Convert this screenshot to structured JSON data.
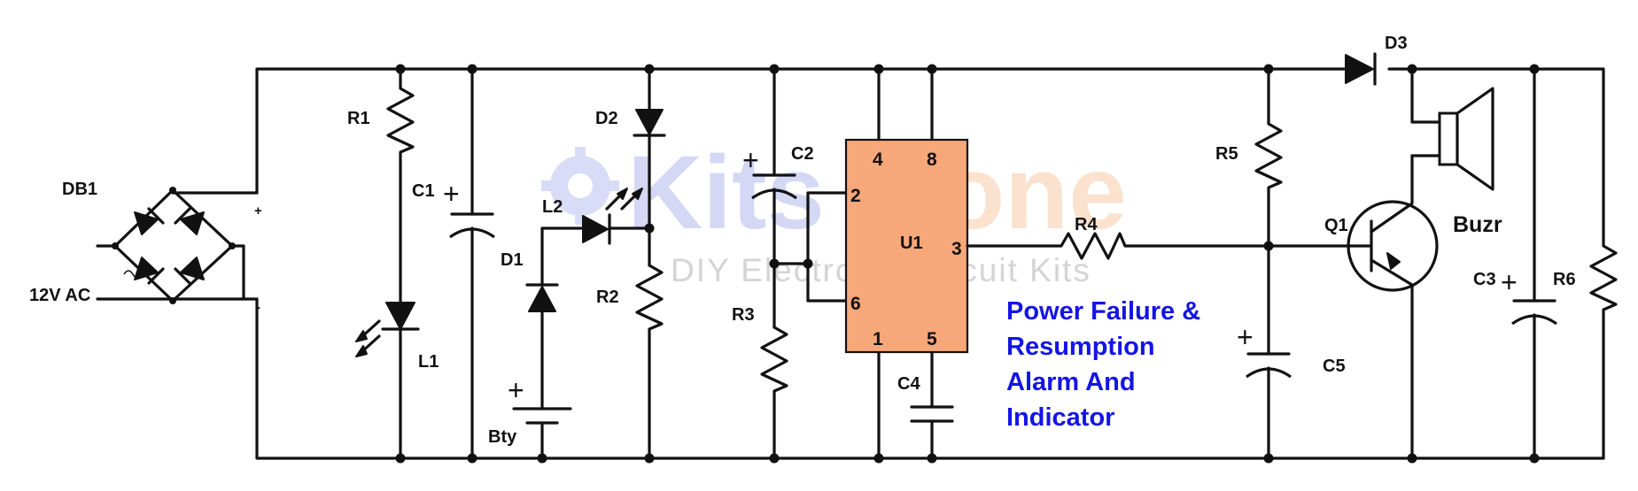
{
  "diagram": {
    "title_lines": [
      "Power Failure &",
      "Resumption",
      "Alarm And",
      "Indicator"
    ],
    "watermark": {
      "brand_a": "Kits",
      "brand_b": "Zone",
      "tagline": "DIY Electronic Circuit Kits"
    },
    "labels": {
      "db1": "DB1",
      "ac": "12V AC",
      "r1": "R1",
      "l1": "L1",
      "c1": "C1",
      "d1": "D1",
      "l2": "L2",
      "bty": "Bty",
      "d2": "D2",
      "r2": "R2",
      "c2": "C2",
      "r3": "R3",
      "u1": "U1",
      "c4": "C4",
      "r4": "R4",
      "r5": "R5",
      "c5": "C5",
      "d3": "D3",
      "q1": "Q1",
      "buzr": "Buzr",
      "c3": "C3",
      "r6": "R6"
    },
    "ic_pins": {
      "p4": "4",
      "p8": "8",
      "p2": "2",
      "p6": "6",
      "p3": "3",
      "p1": "1",
      "p5": "5"
    },
    "polarity": {
      "plus": "+",
      "minus": "-",
      "ac_tilde": "~"
    },
    "colors": {
      "ic_fill": "#f7a87a",
      "title": "#1414e6",
      "wire": "#111111"
    }
  }
}
